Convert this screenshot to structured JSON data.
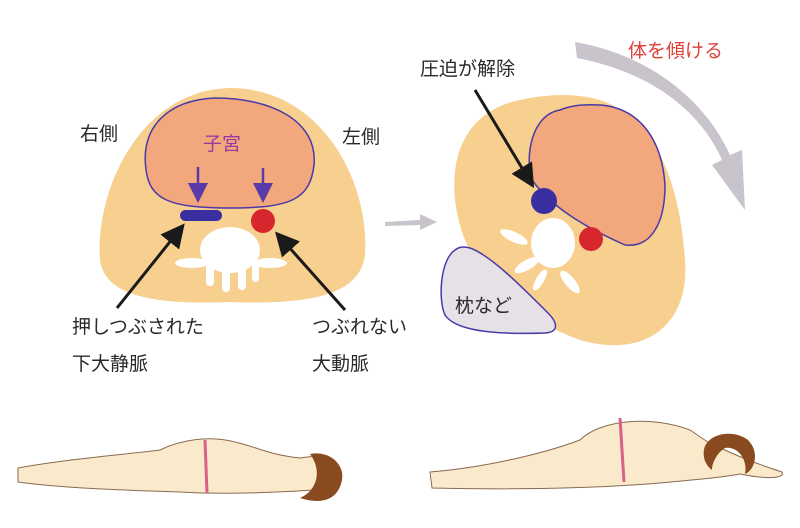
{
  "left_diagram": {
    "label_right_side": "右側",
    "label_left_side": "左側",
    "label_uterus": "子宮",
    "label_vein_line1": "押しつぶされた",
    "label_vein_line2": "下大静脈",
    "label_aorta_line1": "つぶれない",
    "label_aorta_line2": "大動脈"
  },
  "right_diagram": {
    "label_tilt": "体を傾ける",
    "label_relief": "圧迫が解除",
    "label_pillow": "枕など"
  },
  "colors": {
    "body": "#f7cf8f",
    "uterus": "#f2a77c",
    "uterus_outline": "#4a3aa8",
    "vein": "#3a2fa0",
    "aorta": "#d8262f",
    "tilt_text": "#e0403a",
    "arrow_gray": "#c9c3cc",
    "pillow": "#e6e1e6",
    "band": "#d9608a"
  }
}
